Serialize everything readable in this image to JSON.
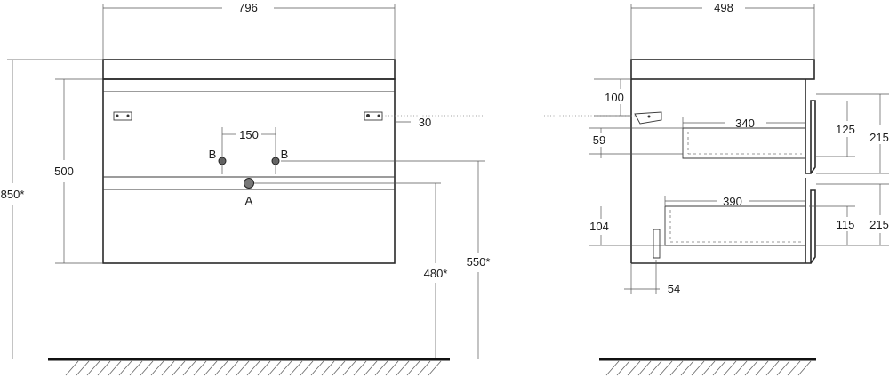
{
  "front_view": {
    "width": "796",
    "left_height": "500",
    "total_height": "850*",
    "hole_spacing": "150",
    "hole_b_left": "B",
    "hole_b_right": "B",
    "drain_a": "A",
    "bracket_offset": "30",
    "drain_height": "480*",
    "top_height": "550*"
  },
  "side_view": {
    "depth": "498",
    "top_gap": "100",
    "upper_drawer_depth": "340",
    "upper_drawer_offset": "59",
    "upper_inner": "125",
    "upper_outer": "215",
    "lower_drawer_depth": "390",
    "lower_drawer_offset": "104",
    "lower_inner": "115",
    "lower_outer": "215",
    "siphon_offset": "54"
  }
}
